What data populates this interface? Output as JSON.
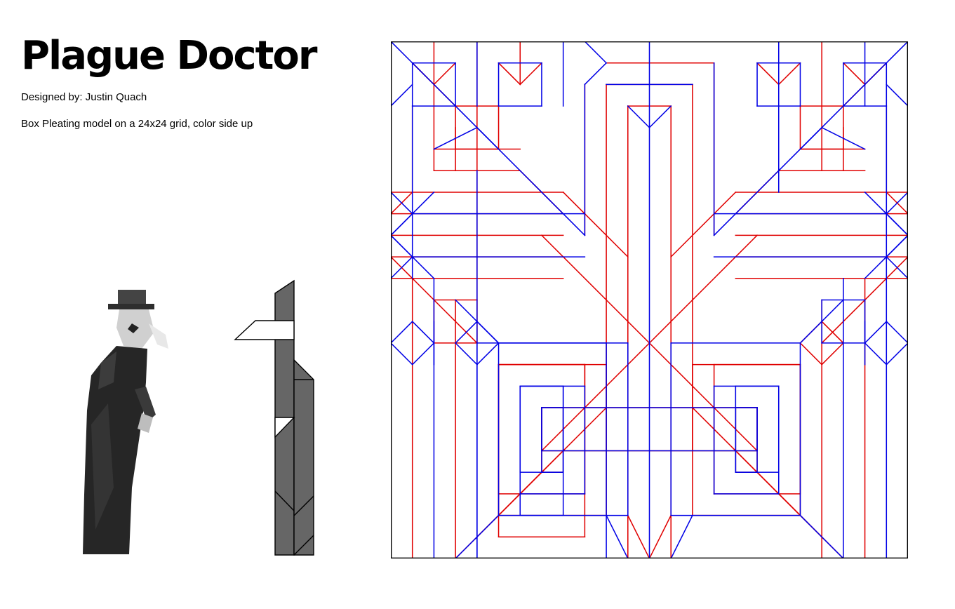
{
  "title": "Plague Doctor",
  "designer": "Designed by: Justin Quach",
  "description": "Box Pleating model on a 24x24 grid, color side up",
  "crease_pattern": {
    "grid": 24,
    "mountain_color": "#e00000",
    "valley_color": "#0000e6",
    "border_color": "#000000"
  },
  "base_colors": {
    "fill": "#666666",
    "stroke": "#000000",
    "paper_white": "#ffffff"
  }
}
